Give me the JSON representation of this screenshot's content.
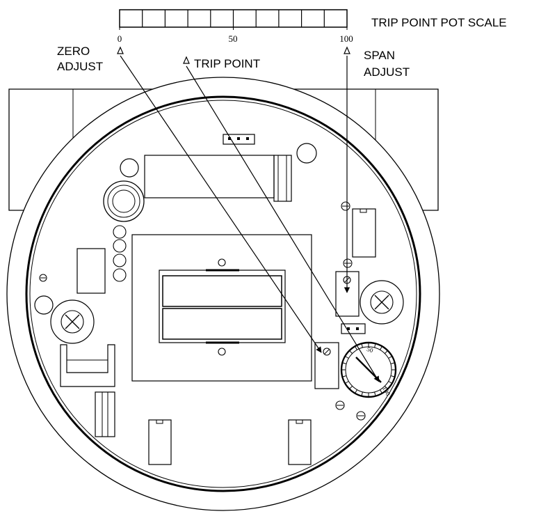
{
  "labels": {
    "scale_title": "TRIP POINT POT SCALE",
    "zero_line1": "ZERO",
    "zero_line2": "ADJUST",
    "trip_point": "TRIP POINT",
    "span_line1": "SPAN",
    "span_line2": "ADJUST"
  },
  "scale": {
    "divisions": 10,
    "ticks": [
      "0",
      "50",
      "100"
    ]
  },
  "pot_dial": {
    "marks": [
      "50",
      "100"
    ]
  },
  "colors": {
    "line": "#000000",
    "background": "#ffffff"
  }
}
